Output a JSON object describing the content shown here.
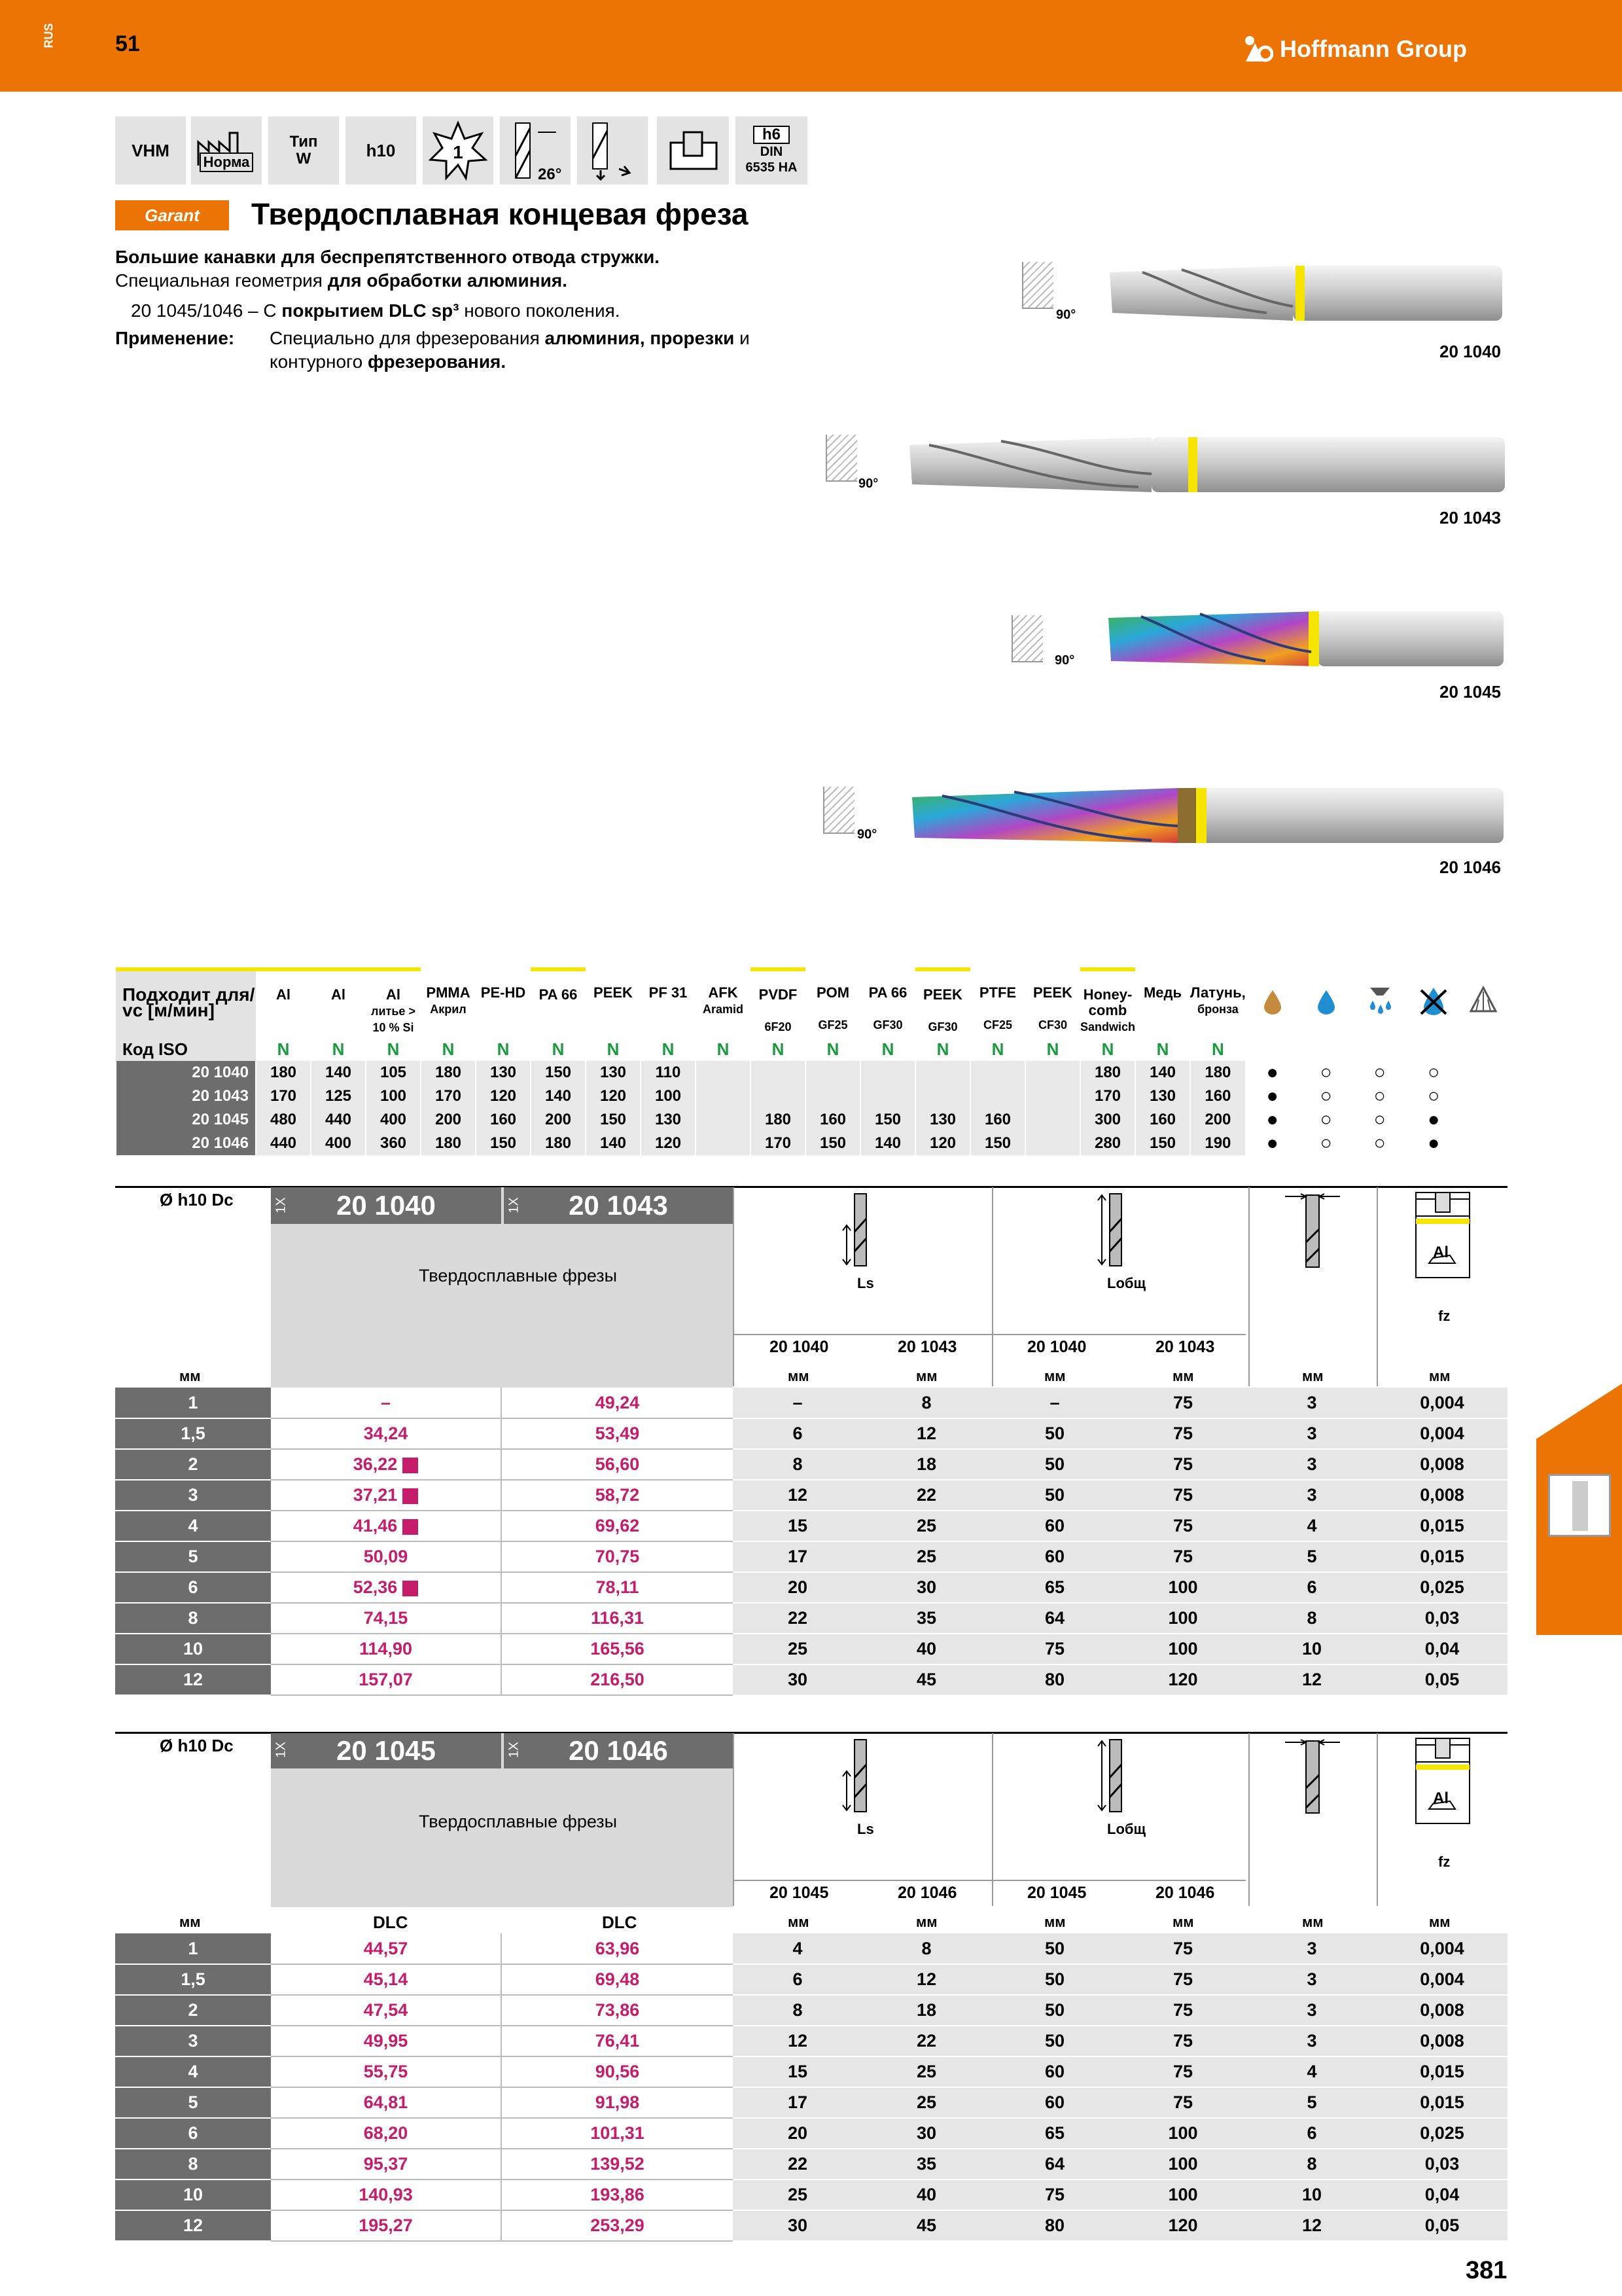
{
  "header": {
    "lang": "RUS",
    "page_number": "51",
    "brand": "Hoffmann Group",
    "brand_color": "#ec7404"
  },
  "properties": {
    "vhm": "VHM",
    "norm": "Норма",
    "type_top": "Тип",
    "type_bottom": "W",
    "tolerance": "h10",
    "teeth": "1",
    "helix": "26°",
    "shank_top": "h6",
    "shank_mid": "DIN",
    "shank_bottom": "6535 HA"
  },
  "title": {
    "badge": "Garant",
    "text": "Твердосплавная концевая фреза"
  },
  "description": {
    "line1": "Большие канавки для беспрепятственного отвода стружки.",
    "line2_a": "Специальная геометрия ",
    "line2_b": "для обработки алюминия.",
    "line3_a": "20 1045/1046 – С ",
    "line3_b": "покрытием DLC sp³",
    "line3_c": " нового поколения.",
    "app_label": "Применение:",
    "app_line1_a": "Специально для фрезерования ",
    "app_line1_b": "алюминия, прорезки",
    "app_line1_c": " и",
    "app_line2_a": "контурного ",
    "app_line2_b": "фрезерования."
  },
  "tools": [
    {
      "code": "20 1040",
      "angle": "90°"
    },
    {
      "code": "20 1043",
      "angle": "90°"
    },
    {
      "code": "20 1045",
      "angle": "90°"
    },
    {
      "code": "20 1046",
      "angle": "90°"
    }
  ],
  "materials": {
    "header_label": "Подходит для/ vc [м/мин]",
    "iso_label": "Код ISO",
    "columns": [
      {
        "name": "Al",
        "sub": ""
      },
      {
        "name": "Al",
        "sub": ""
      },
      {
        "name": "Al",
        "sub": "литье > 10 % Si"
      },
      {
        "name": "PMMA",
        "sub": "Акрил"
      },
      {
        "name": "PE-HD",
        "sub": ""
      },
      {
        "name": "PA 66",
        "sub": ""
      },
      {
        "name": "PEEK",
        "sub": ""
      },
      {
        "name": "PF 31",
        "sub": ""
      },
      {
        "name": "AFK",
        "sub": "Aramid"
      },
      {
        "name": "PVDF",
        "sub": "6F20"
      },
      {
        "name": "POM",
        "sub": "GF25"
      },
      {
        "name": "PA 66",
        "sub": "GF30"
      },
      {
        "name": "PEEK",
        "sub": "GF30"
      },
      {
        "name": "PTFE",
        "sub": "CF25"
      },
      {
        "name": "PEEK",
        "sub": "CF30"
      },
      {
        "name": "Honey-comb",
        "sub": "Sandwich"
      },
      {
        "name": "Медь",
        "sub": ""
      },
      {
        "name": "Латунь,",
        "sub": "бронза"
      }
    ],
    "iso": [
      "N",
      "N",
      "N",
      "N",
      "N",
      "N",
      "N",
      "N",
      "N",
      "N",
      "N",
      "N",
      "N",
      "N",
      "N",
      "N",
      "N",
      "N"
    ],
    "rows": [
      {
        "code": "20 1040",
        "values": [
          "180",
          "140",
          "105",
          "180",
          "130",
          "150",
          "130",
          "110",
          "",
          "",
          "",
          "",
          "",
          "",
          "",
          "180",
          "140",
          "180"
        ],
        "cool": [
          "●",
          "○",
          "○",
          "○"
        ]
      },
      {
        "code": "20 1043",
        "values": [
          "170",
          "125",
          "100",
          "170",
          "120",
          "140",
          "120",
          "100",
          "",
          "",
          "",
          "",
          "",
          "",
          "",
          "170",
          "130",
          "160"
        ],
        "cool": [
          "●",
          "○",
          "○",
          "○"
        ]
      },
      {
        "code": "20 1045",
        "values": [
          "480",
          "440",
          "400",
          "200",
          "160",
          "200",
          "150",
          "130",
          "",
          "180",
          "160",
          "150",
          "130",
          "160",
          "",
          "300",
          "160",
          "200"
        ],
        "cool": [
          "●",
          "○",
          "○",
          "●"
        ]
      },
      {
        "code": "20 1046",
        "values": [
          "440",
          "400",
          "360",
          "180",
          "150",
          "180",
          "140",
          "120",
          "",
          "170",
          "150",
          "140",
          "120",
          "150",
          "",
          "280",
          "150",
          "190"
        ],
        "cool": [
          "●",
          "○",
          "○",
          "●"
        ]
      }
    ]
  },
  "table1": {
    "dia_label": "Ø h10 Dc",
    "code_a": "20 1040",
    "code_b": "20 1043",
    "qty": "1X",
    "product": "Твердосплавные фрезы",
    "ls_label": "Ls",
    "l_label": "Lобщ",
    "al_label": "Al",
    "fz_label": "fz",
    "sub_a": "20 1040",
    "sub_b": "20 1043",
    "sub_c": "20 1040",
    "sub_d": "20 1043",
    "mm": "мм",
    "rows": [
      {
        "d": "1",
        "a": "–",
        "am": false,
        "b": "49,24",
        "ls1": "–",
        "ls2": "8",
        "l1": "–",
        "l2": "75",
        "ds": "3",
        "fz": "0,004"
      },
      {
        "d": "1,5",
        "a": "34,24",
        "am": false,
        "b": "53,49",
        "ls1": "6",
        "ls2": "12",
        "l1": "50",
        "l2": "75",
        "ds": "3",
        "fz": "0,004"
      },
      {
        "d": "2",
        "a": "36,22",
        "am": true,
        "b": "56,60",
        "ls1": "8",
        "ls2": "18",
        "l1": "50",
        "l2": "75",
        "ds": "3",
        "fz": "0,008"
      },
      {
        "d": "3",
        "a": "37,21",
        "am": true,
        "b": "58,72",
        "ls1": "12",
        "ls2": "22",
        "l1": "50",
        "l2": "75",
        "ds": "3",
        "fz": "0,008"
      },
      {
        "d": "4",
        "a": "41,46",
        "am": true,
        "b": "69,62",
        "ls1": "15",
        "ls2": "25",
        "l1": "60",
        "l2": "75",
        "ds": "4",
        "fz": "0,015"
      },
      {
        "d": "5",
        "a": "50,09",
        "am": false,
        "b": "70,75",
        "ls1": "17",
        "ls2": "25",
        "l1": "60",
        "l2": "75",
        "ds": "5",
        "fz": "0,015"
      },
      {
        "d": "6",
        "a": "52,36",
        "am": true,
        "b": "78,11",
        "ls1": "20",
        "ls2": "30",
        "l1": "65",
        "l2": "100",
        "ds": "6",
        "fz": "0,025"
      },
      {
        "d": "8",
        "a": "74,15",
        "am": false,
        "b": "116,31",
        "ls1": "22",
        "ls2": "35",
        "l1": "64",
        "l2": "100",
        "ds": "8",
        "fz": "0,03"
      },
      {
        "d": "10",
        "a": "114,90",
        "am": false,
        "b": "165,56",
        "ls1": "25",
        "ls2": "40",
        "l1": "75",
        "l2": "100",
        "ds": "10",
        "fz": "0,04"
      },
      {
        "d": "12",
        "a": "157,07",
        "am": false,
        "b": "216,50",
        "ls1": "30",
        "ls2": "45",
        "l1": "80",
        "l2": "120",
        "ds": "12",
        "fz": "0,05"
      }
    ]
  },
  "table2": {
    "dia_label": "Ø h10 Dc",
    "code_a": "20 1045",
    "code_b": "20 1046",
    "qty": "1X",
    "product": "Твердосплавные фрезы",
    "ls_label": "Ls",
    "l_label": "Lобщ",
    "al_label": "Al",
    "fz_label": "fz",
    "sub_a": "20 1045",
    "sub_b": "20 1046",
    "sub_c": "20 1045",
    "sub_d": "20 1046",
    "mm": "мм",
    "coat_a": "DLC",
    "coat_b": "DLC",
    "rows": [
      {
        "d": "1",
        "a": "44,57",
        "b": "63,96",
        "ls1": "4",
        "ls2": "8",
        "l1": "50",
        "l2": "75",
        "ds": "3",
        "fz": "0,004"
      },
      {
        "d": "1,5",
        "a": "45,14",
        "b": "69,48",
        "ls1": "6",
        "ls2": "12",
        "l1": "50",
        "l2": "75",
        "ds": "3",
        "fz": "0,004"
      },
      {
        "d": "2",
        "a": "47,54",
        "b": "73,86",
        "ls1": "8",
        "ls2": "18",
        "l1": "50",
        "l2": "75",
        "ds": "3",
        "fz": "0,008"
      },
      {
        "d": "3",
        "a": "49,95",
        "b": "76,41",
        "ls1": "12",
        "ls2": "22",
        "l1": "50",
        "l2": "75",
        "ds": "3",
        "fz": "0,008"
      },
      {
        "d": "4",
        "a": "55,75",
        "b": "90,56",
        "ls1": "15",
        "ls2": "25",
        "l1": "60",
        "l2": "75",
        "ds": "4",
        "fz": "0,015"
      },
      {
        "d": "5",
        "a": "64,81",
        "b": "91,98",
        "ls1": "17",
        "ls2": "25",
        "l1": "60",
        "l2": "75",
        "ds": "5",
        "fz": "0,015"
      },
      {
        "d": "6",
        "a": "68,20",
        "b": "101,31",
        "ls1": "20",
        "ls2": "30",
        "l1": "65",
        "l2": "100",
        "ds": "6",
        "fz": "0,025"
      },
      {
        "d": "8",
        "a": "95,37",
        "b": "139,52",
        "ls1": "22",
        "ls2": "35",
        "l1": "64",
        "l2": "100",
        "ds": "8",
        "fz": "0,03"
      },
      {
        "d": "10",
        "a": "140,93",
        "b": "193,86",
        "ls1": "25",
        "ls2": "40",
        "l1": "75",
        "l2": "100",
        "ds": "10",
        "fz": "0,04"
      },
      {
        "d": "12",
        "a": "195,27",
        "b": "253,29",
        "ls1": "30",
        "ls2": "45",
        "l1": "80",
        "l2": "120",
        "ds": "12",
        "fz": "0,05"
      }
    ]
  },
  "footer": {
    "page": "381"
  }
}
